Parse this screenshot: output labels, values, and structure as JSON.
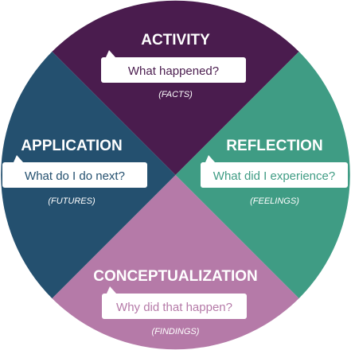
{
  "colors": {
    "activity": "#4a1c4e",
    "reflection": "#3f9c84",
    "conceptualization": "#b57aa8",
    "application": "#24506f",
    "bubble": "#ffffff"
  },
  "quadrants": {
    "activity": {
      "title": "ACTIVITY",
      "question": "What happened?",
      "tag": "(FACTS)"
    },
    "reflection": {
      "title": "REFLECTION",
      "question": "What did I experience?",
      "tag": "(FEELINGS)"
    },
    "conceptualization": {
      "title": "CONCEPTUALIZATION",
      "question": "Why did that happen?",
      "tag": "(FINDINGS)"
    },
    "application": {
      "title": "APPLICATION",
      "question": "What do I do next?",
      "tag": "(FUTURES)"
    }
  }
}
